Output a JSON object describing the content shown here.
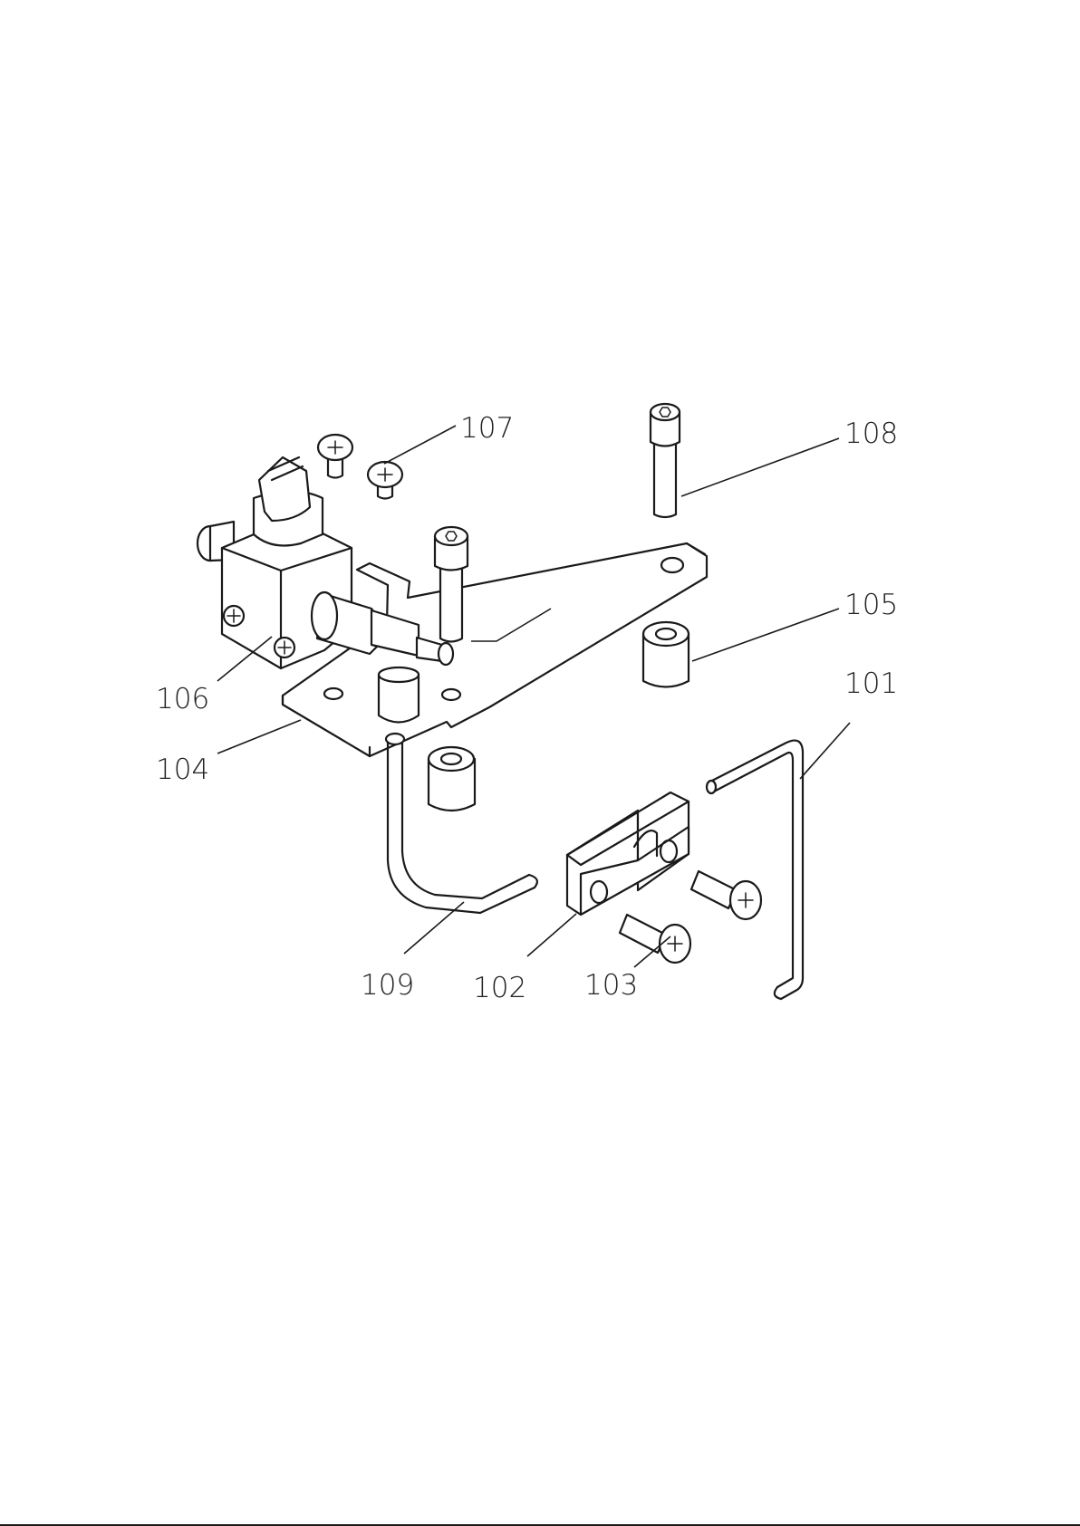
{
  "diagram": {
    "callouts": [
      {
        "id": "c101",
        "label": "101"
      },
      {
        "id": "c102",
        "label": "102"
      },
      {
        "id": "c103",
        "label": "103"
      },
      {
        "id": "c104",
        "label": "104"
      },
      {
        "id": "c105",
        "label": "105"
      },
      {
        "id": "c106",
        "label": "106"
      },
      {
        "id": "c107",
        "label": "107"
      },
      {
        "id": "c108",
        "label": "108"
      },
      {
        "id": "c109",
        "label": "109"
      }
    ]
  }
}
